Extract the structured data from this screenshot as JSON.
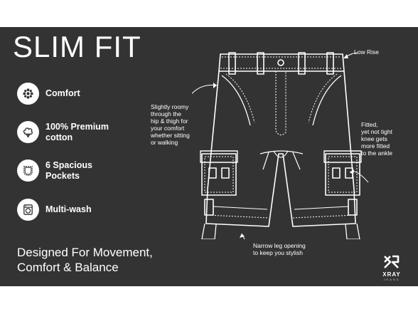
{
  "title": "SLIM FIT",
  "features": [
    {
      "label": "Comfort",
      "icon": "flower-icon"
    },
    {
      "label": "100% Premium cotton",
      "icon": "cotton-boll-icon"
    },
    {
      "label": "6 Spacious Pockets",
      "icon": "pocket-icon"
    },
    {
      "label": "Multi-wash",
      "icon": "washing-machine-icon"
    }
  ],
  "tagline": {
    "line1": "Designed For Movement,",
    "line2": "Comfort & Balance"
  },
  "annotations": {
    "low_rise": "Low Rise",
    "roomy": [
      "Slightly roomy",
      "through the",
      "hip & thigh for",
      "your comfort",
      "whether sitting",
      "or walking"
    ],
    "fitted": [
      "Fitted,",
      "yet not tight",
      "knee gets",
      "more fitted",
      "to the ankle"
    ],
    "narrow": [
      "Narrow leg opening",
      "to keep you stylish"
    ]
  },
  "logo": {
    "word": "XRAY",
    "sub": "JEANS"
  },
  "colors": {
    "panel": "#333333",
    "text": "#ffffff",
    "page": "#ffffff"
  }
}
